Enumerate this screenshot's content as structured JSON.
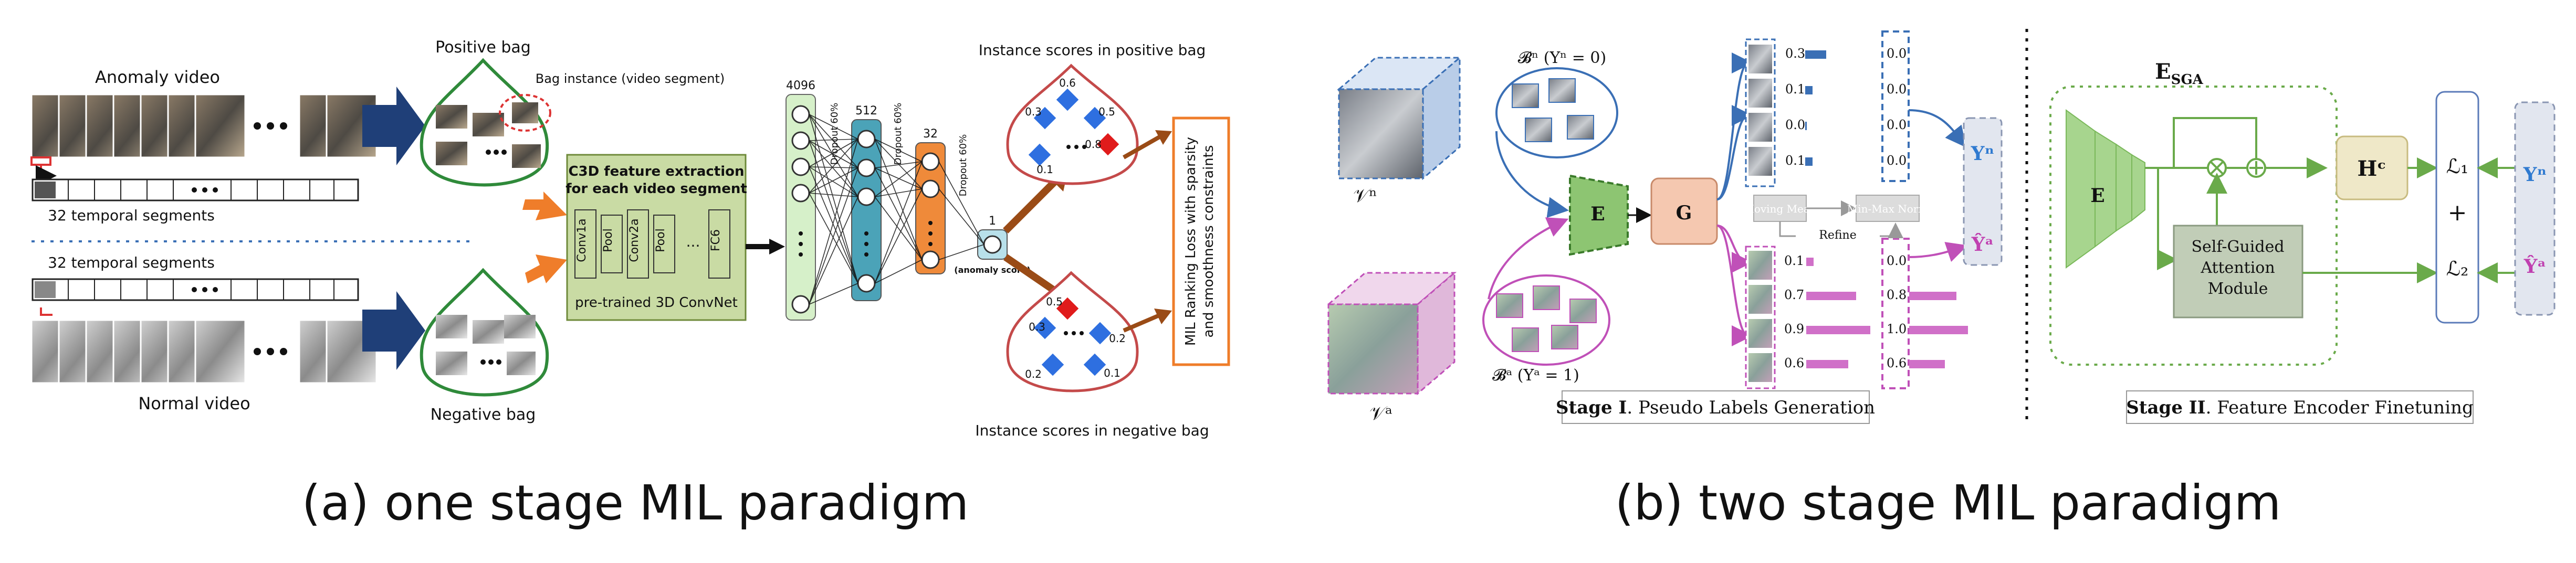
{
  "captions": {
    "a": "(a) one stage MIL paradigm",
    "b": "(b) two stage MIL paradigm"
  },
  "panel_a": {
    "anomaly_video": "Anomaly video",
    "normal_video": "Normal video",
    "temporal_segments_top": "32  temporal segments",
    "temporal_segments_bottom": "32  temporal segments",
    "positive_bag": "Positive bag",
    "negative_bag": "Negative bag",
    "bag_instance": "Bag instance (video segment)",
    "c3d_title_1": "C3D feature extraction",
    "c3d_title_2": "for each video segment",
    "pretrained": "pre-trained 3D ConvNet",
    "layers": [
      "Conv1a",
      "Pool",
      "Conv2a",
      "Pool",
      "...",
      "FC6"
    ],
    "fc_sizes": [
      "4096",
      "512",
      "32",
      "1"
    ],
    "dropouts": [
      "Dropout 60%",
      "Dropout 60%",
      "Dropout 60%"
    ],
    "anomaly_score": "(anomaly score)",
    "instance_pos": "Instance scores in positive bag",
    "instance_neg": "Instance scores in negative bag",
    "pos_scores": [
      "0.6",
      "0.3",
      "0.5",
      "0.8",
      "0.1"
    ],
    "neg_scores": [
      "0.5",
      "0.3",
      "0.2",
      "0.2",
      "0.1"
    ],
    "ranking_loss_1": "MIL Ranking Loss with sparsity",
    "ranking_loss_2": "and smoothness constraints"
  },
  "panel_b": {
    "bn_label": "𝓑ⁿ (Yⁿ = 0)",
    "ba_label": "𝓑ᵃ (Yᵃ = 1)",
    "vn_label": "𝒱ⁿ",
    "va_label": "𝒱ᵃ",
    "encoder": "E",
    "generator": "G",
    "moving_mean": "Moving Mean",
    "minmax_norm": "Min-Max Norm",
    "refine": "Refine",
    "top_scores": [
      "0.3",
      "0.1",
      "0.0",
      "0.1"
    ],
    "top_norm": [
      "0.0",
      "0.0",
      "0.0",
      "0.0"
    ],
    "bottom_scores": [
      "0.1",
      "0.7",
      "0.9",
      "0.6"
    ],
    "bottom_norm": [
      "0.0",
      "0.8",
      "1.0",
      "0.6"
    ],
    "yn": "Yⁿ",
    "ya_hat": "Ŷᵃ",
    "stage1_bold": "Stage I",
    "stage1_rest": ". Pseudo Labels Generation",
    "esga": "E",
    "esga_sub": "SGA",
    "hc": "Hᶜ",
    "sga_1": "Self-Guided",
    "sga_2": "Attention",
    "sga_3": "Module",
    "l1": "ℒ₁",
    "l2": "ℒ₂",
    "plus": "+",
    "stage2_bold": "Stage II",
    "stage2_rest": ". Feature Encoder Finetuning"
  }
}
